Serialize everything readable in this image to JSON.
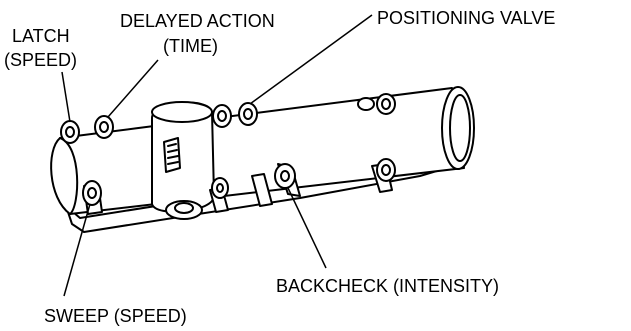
{
  "labels": {
    "latch_line1": "LATCH",
    "latch_line2": "(SPEED)",
    "delayed_line1": "DELAYED ACTION",
    "delayed_line2": "(TIME)",
    "positioning": "POSITIONING VALVE",
    "backcheck": "BACKCHECK (INTENSITY)",
    "sweep": "SWEEP (SPEED)"
  },
  "colors": {
    "ink": "#000000",
    "paper": "#ffffff"
  }
}
